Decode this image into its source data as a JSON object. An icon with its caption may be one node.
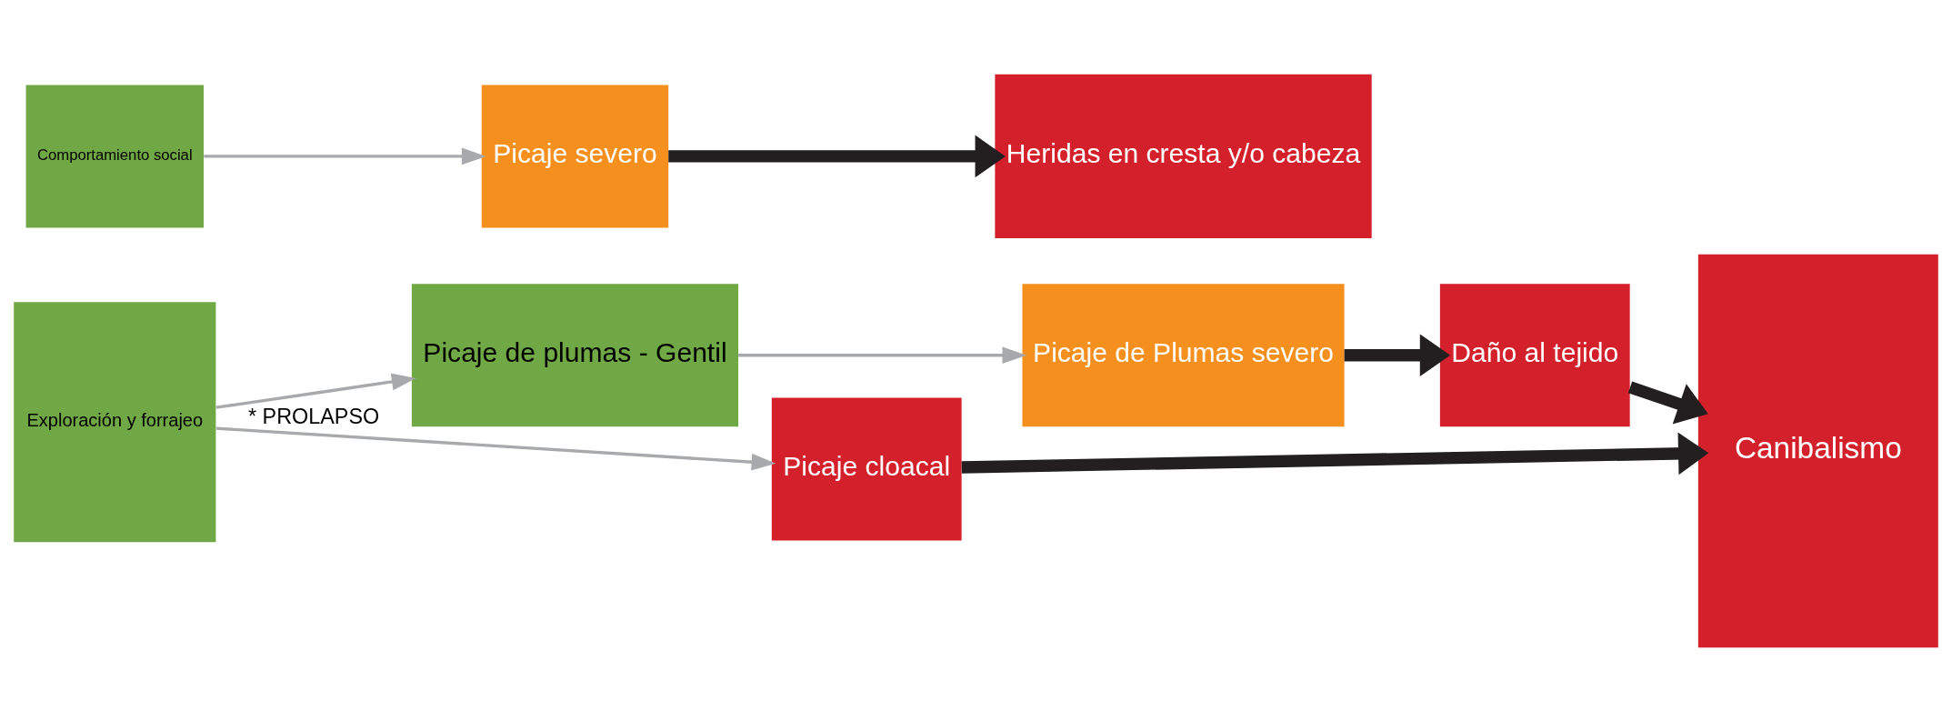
{
  "diagram": {
    "nodes": [
      {
        "text": [
          "Exploración y forrajeo"
        ]
      },
      {
        "text": [
          "Picaje de plumas - Gentil"
        ]
      },
      {
        "text": [
          "Picaje de Plumas severo"
        ]
      },
      {
        "text": [
          "Daño al tejido"
        ]
      },
      {
        "text": [
          "Picaje cloacal"
        ]
      },
      {
        "text": [
          "Canibalismo"
        ]
      },
      {
        "text": [
          "Comportamiento social"
        ]
      },
      {
        "text": [
          "Picaje severo"
        ]
      },
      {
        "text": [
          "Heridas en cresta y/o cabeza"
        ]
      }
    ],
    "edges": [
      {
        "from": 0,
        "to": 1,
        "arrow": "to"
      },
      {
        "from": 1,
        "to": 2,
        "arrow": "to"
      },
      {
        "from": 2,
        "to": 3,
        "arrow": "to",
        "style": "thick",
        "color": "#231f20"
      },
      {
        "from": 3,
        "to": 5,
        "arrow": "to",
        "style": "thick",
        "color": "#231f20"
      },
      {
        "from": 0,
        "to": 4,
        "arrow": "to",
        "label": "* PROLAPSO"
      },
      {
        "from": 4,
        "to": 5,
        "arrow": "to",
        "style": "thick",
        "color": "#231f20"
      },
      {
        "from": 6,
        "to": 7,
        "arrow": "to"
      },
      {
        "from": 7,
        "to": 8,
        "arrow": "to",
        "style": "thick",
        "color": "#231f20"
      }
    ]
  }
}
